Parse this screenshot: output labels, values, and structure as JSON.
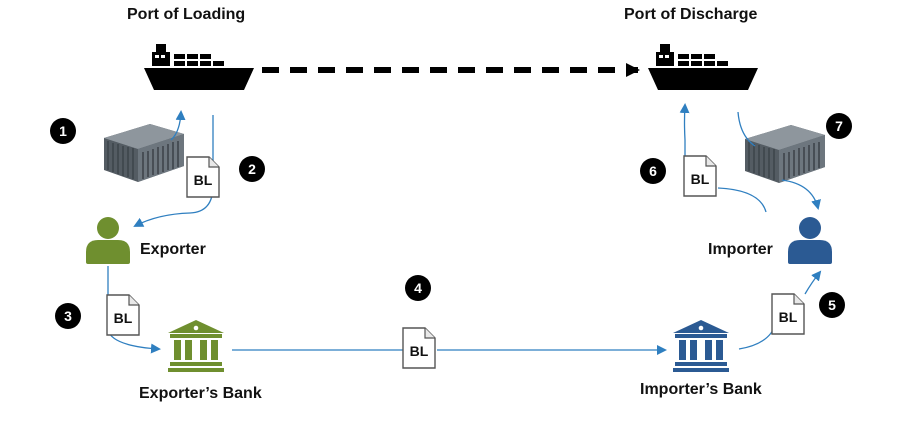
{
  "ports": {
    "loading": "Port of Loading",
    "discharge": "Port of Discharge"
  },
  "parties": {
    "exporter": "Exporter",
    "importer": "Importer",
    "exporter_bank": "Exporter’s Bank",
    "importer_bank": "Importer’s Bank"
  },
  "document_label": "BL",
  "steps": [
    "1",
    "2",
    "3",
    "4",
    "5",
    "6",
    "7"
  ],
  "colors": {
    "arrow": "#2f7fc0",
    "exporter": "#6f8f2f",
    "importer": "#2b5a93",
    "ship": "#000000",
    "container": "#6d767e",
    "step_badge": "#000000"
  },
  "icons": {
    "ship": "cargo-ship-icon",
    "container": "shipping-container-icon",
    "document": "bill-of-lading-document-icon",
    "person": "person-icon",
    "bank": "bank-icon"
  }
}
